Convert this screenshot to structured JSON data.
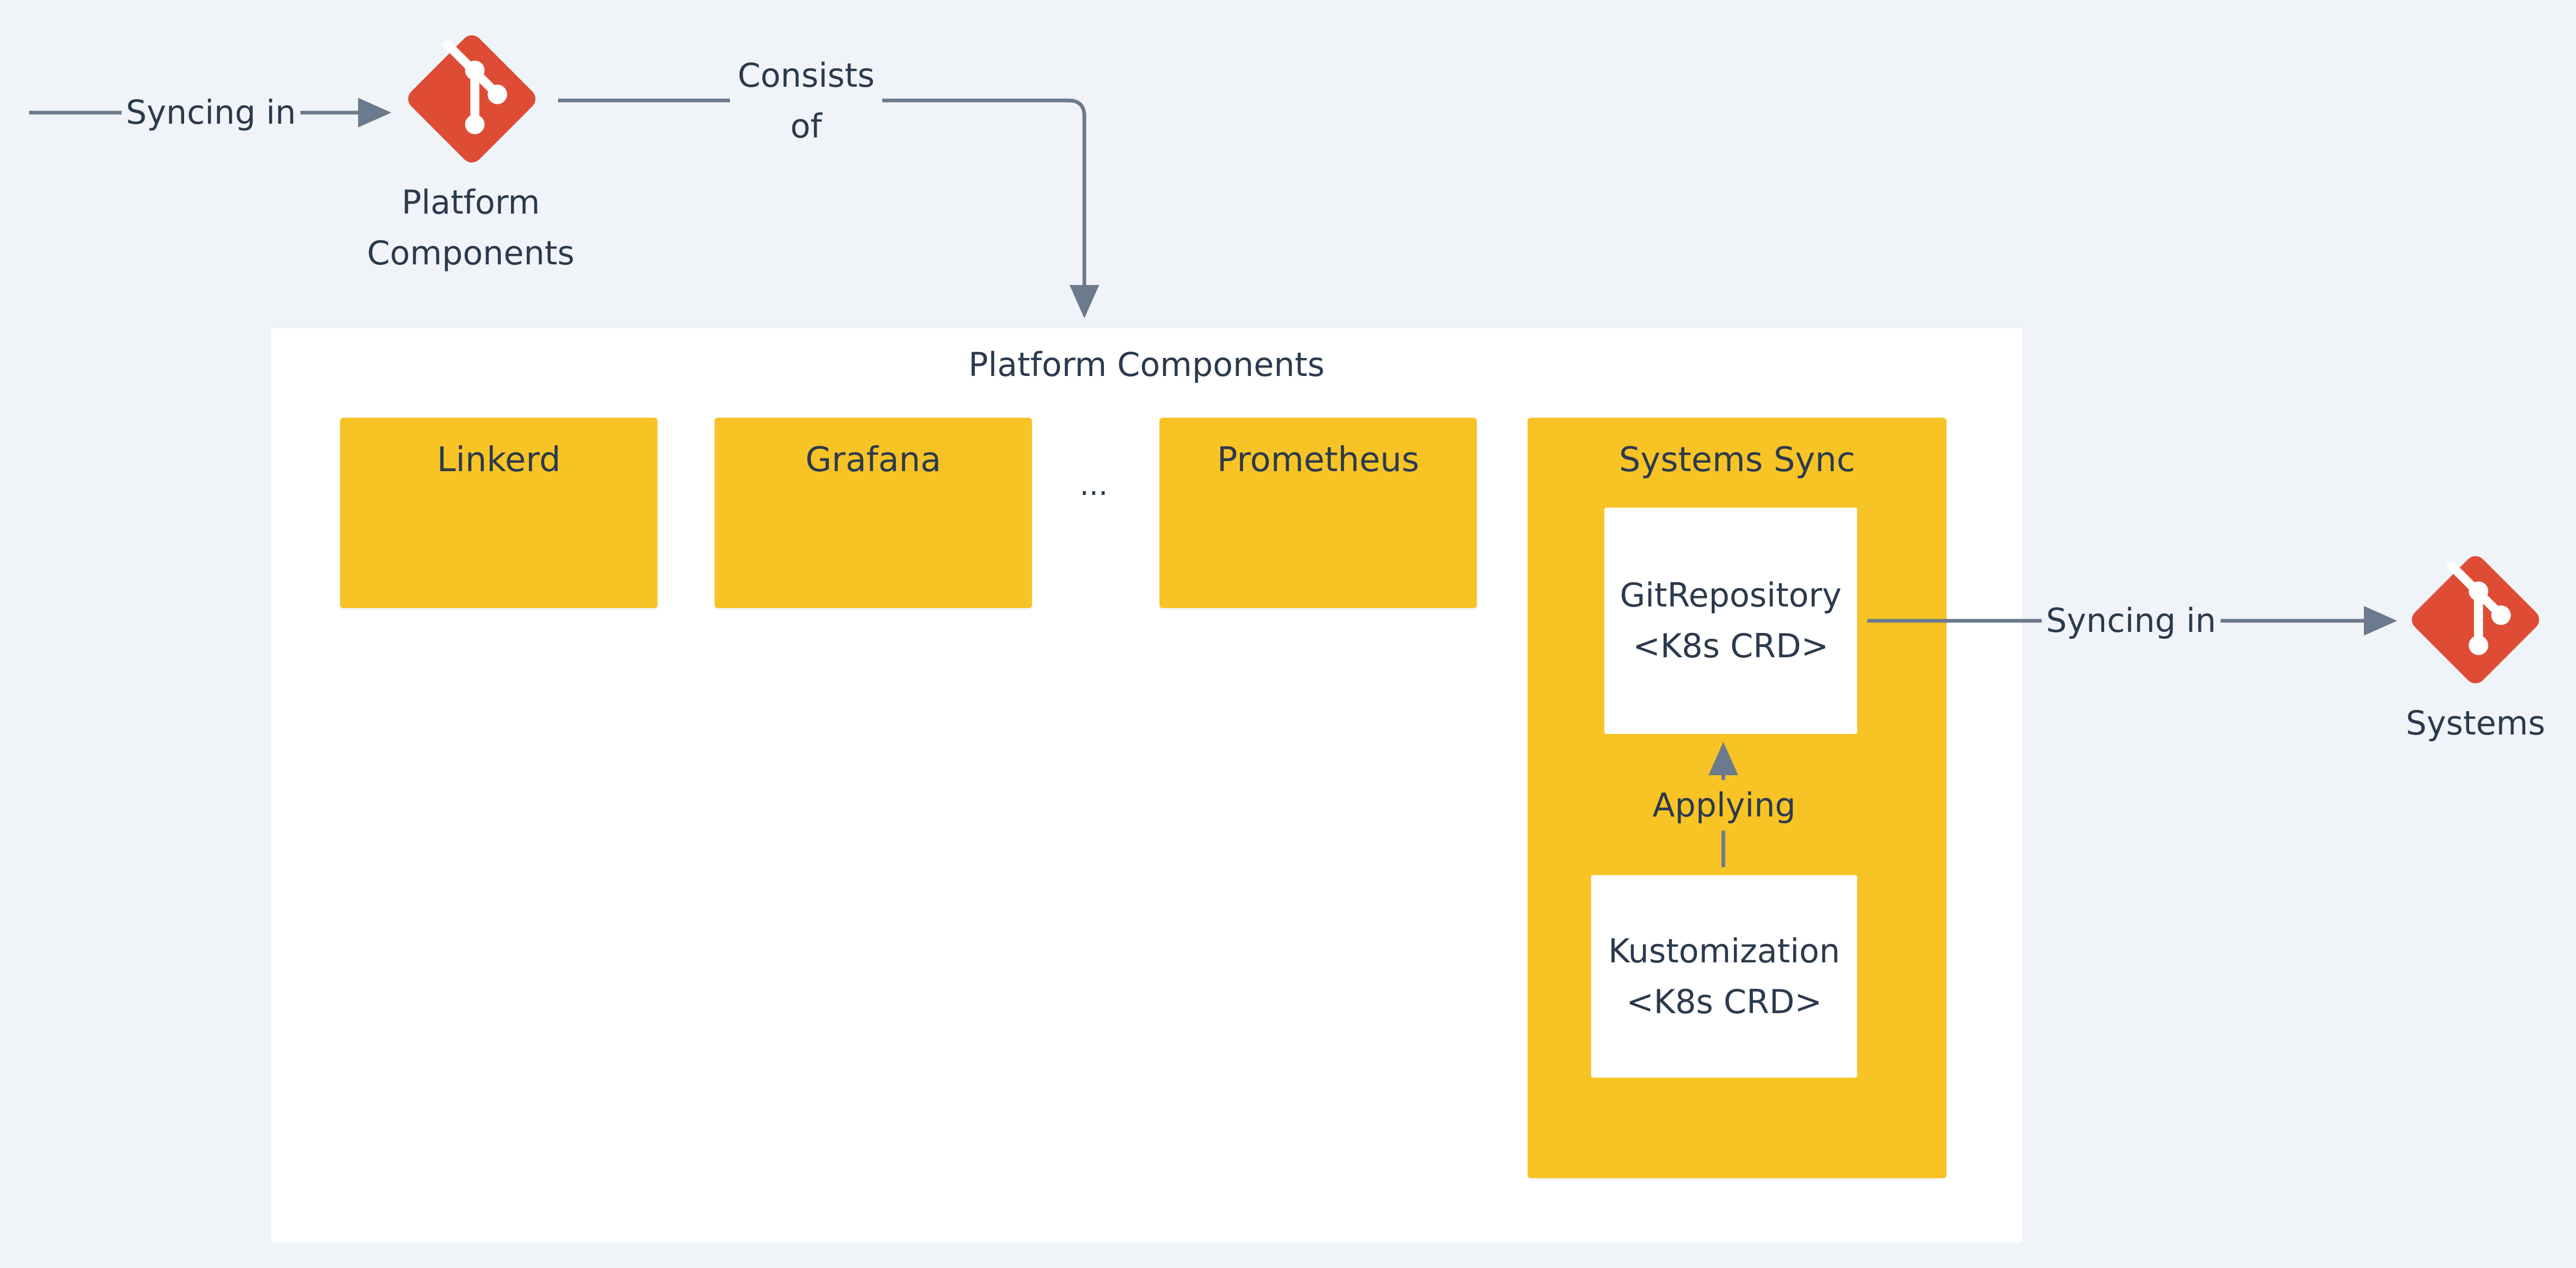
{
  "colors": {
    "background": "#f0f4f8",
    "panel": "#ffffff",
    "component": "#f7c325",
    "edge": "#6b7a8c",
    "git_red": "#de4c36",
    "text": "#2b3a4d"
  },
  "nodes": {
    "platform_repo": {
      "label_line1": "Platform",
      "label_line2": "Components",
      "icon": "git-icon"
    },
    "systems_repo": {
      "label": "Systems",
      "icon": "git-icon"
    },
    "panel": {
      "title": "Platform Components"
    },
    "components": {
      "linkerd": "Linkerd",
      "grafana": "Grafana",
      "ellipsis": "...",
      "prometheus": "Prometheus",
      "systems_sync": "Systems Sync"
    },
    "git_repository": {
      "line1": "GitRepository",
      "line2": "<K8s CRD>"
    },
    "kustomization": {
      "line1": "Kustomization",
      "line2": "<K8s CRD>"
    }
  },
  "edges": {
    "incoming_sync": "Syncing in",
    "consists_line1": "Consists",
    "consists_line2": "of",
    "applying": "Applying",
    "outgoing_sync": "Syncing in"
  }
}
